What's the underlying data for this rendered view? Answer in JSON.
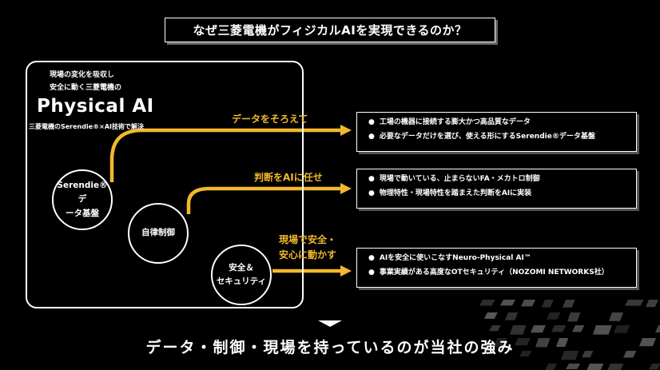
{
  "title": "なぜ三菱電機がフィジカルAIを実現できるのか？",
  "panel": {
    "intro_line1": "現場の変化を吸収し",
    "intro_line2": "安全に動く三菱電機の",
    "heading": "Physical AI",
    "subheading": "三菱電機のSerendie®×AI技術で解決"
  },
  "circles": [
    {
      "line1": "Serendie®デ",
      "line2": "ータ基盤"
    },
    {
      "line1": "自律制御",
      "line2": ""
    },
    {
      "line1": "安全＆",
      "line2": "セキュリティ"
    }
  ],
  "arrow_labels": [
    {
      "line1": "データをそろえて",
      "line2": ""
    },
    {
      "line1": "判断をAIに任せ",
      "line2": ""
    },
    {
      "line1": "現場で安全・",
      "line2": "安心に動かす"
    }
  ],
  "boxes": [
    {
      "items": [
        "工場の機器に接続する膨大かつ高品質なデータ",
        "必要なデータだけを選び、使える形にするSerendie®データ基盤"
      ]
    },
    {
      "items": [
        "現場で動いている、止まらないFA・メカトロ制御",
        "物理特性・現場特性を踏まえた判断をAIに実装"
      ]
    },
    {
      "items": [
        "AIを安全に使いこなすNeuro-Physical AI™",
        "事業実績がある高度なOTセキュリティ（NOZOMI NETWORKS社）"
      ]
    }
  ],
  "bullet": "●",
  "conclusion": "データ・制御・現場を持っているのが当社の強み",
  "colors": {
    "accent": "#f2b82e",
    "background": "#000000",
    "text": "#ffffff"
  }
}
